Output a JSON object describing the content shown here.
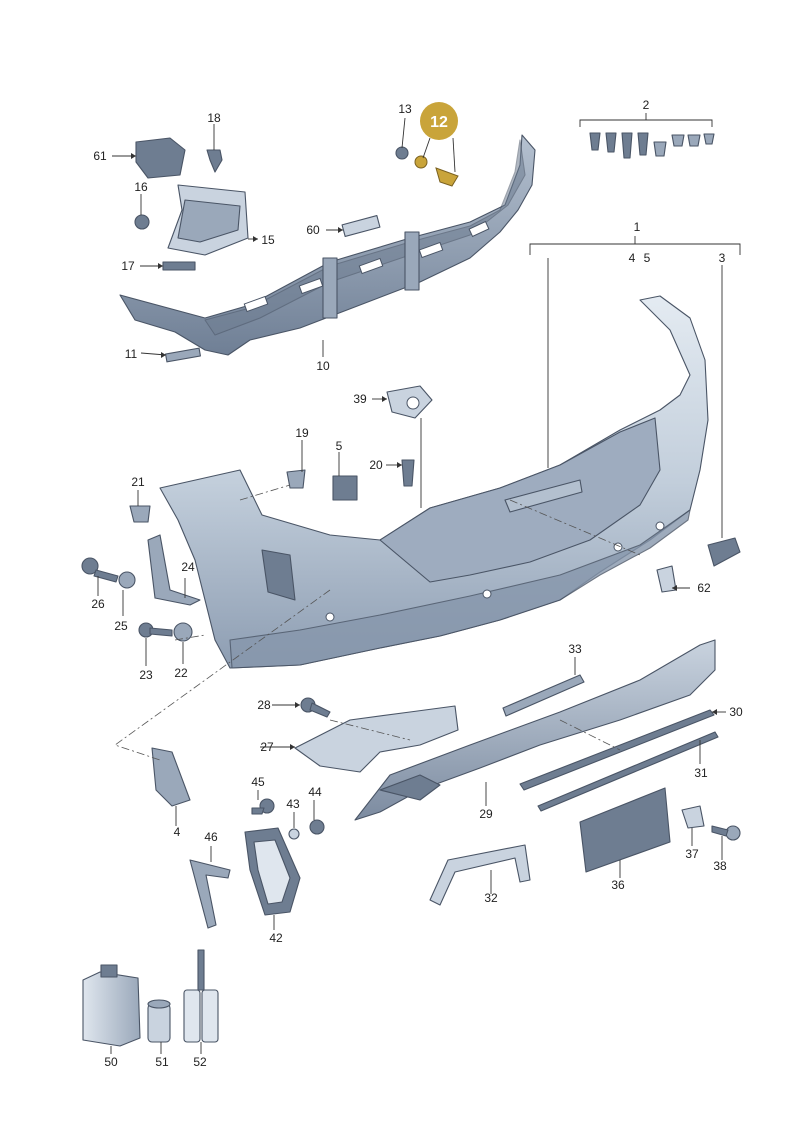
{
  "highlight": {
    "label": "12",
    "color": "#c9a43a",
    "text_color": "#ffffff"
  },
  "part_labels": {
    "l1": "1",
    "l2": "2",
    "l3": "3",
    "l4a": "4",
    "l5a": "5",
    "l4b": "4",
    "l5b": "5",
    "l10": "10",
    "l11": "11",
    "l13": "13",
    "l15": "15",
    "l16": "16",
    "l17": "17",
    "l18": "18",
    "l19": "19",
    "l20": "20",
    "l21": "21",
    "l22": "22",
    "l23": "23",
    "l24": "24",
    "l25": "25",
    "l26": "26",
    "l27": "27",
    "l28": "28",
    "l29": "29",
    "l30": "30",
    "l31": "31",
    "l32": "32",
    "l33": "33",
    "l36": "36",
    "l37": "37",
    "l38": "38",
    "l39": "39",
    "l42": "42",
    "l43": "43",
    "l44": "44",
    "l45": "45",
    "l46": "46",
    "l50": "50",
    "l51": "51",
    "l52": "52",
    "l60": "60",
    "l61": "61",
    "l62": "62"
  },
  "colors": {
    "bumper_fill": "#c4cfdc",
    "bumper_shadow": "#8797ac",
    "outline": "#4a5566",
    "highlight_gold": "#c9a43a"
  }
}
